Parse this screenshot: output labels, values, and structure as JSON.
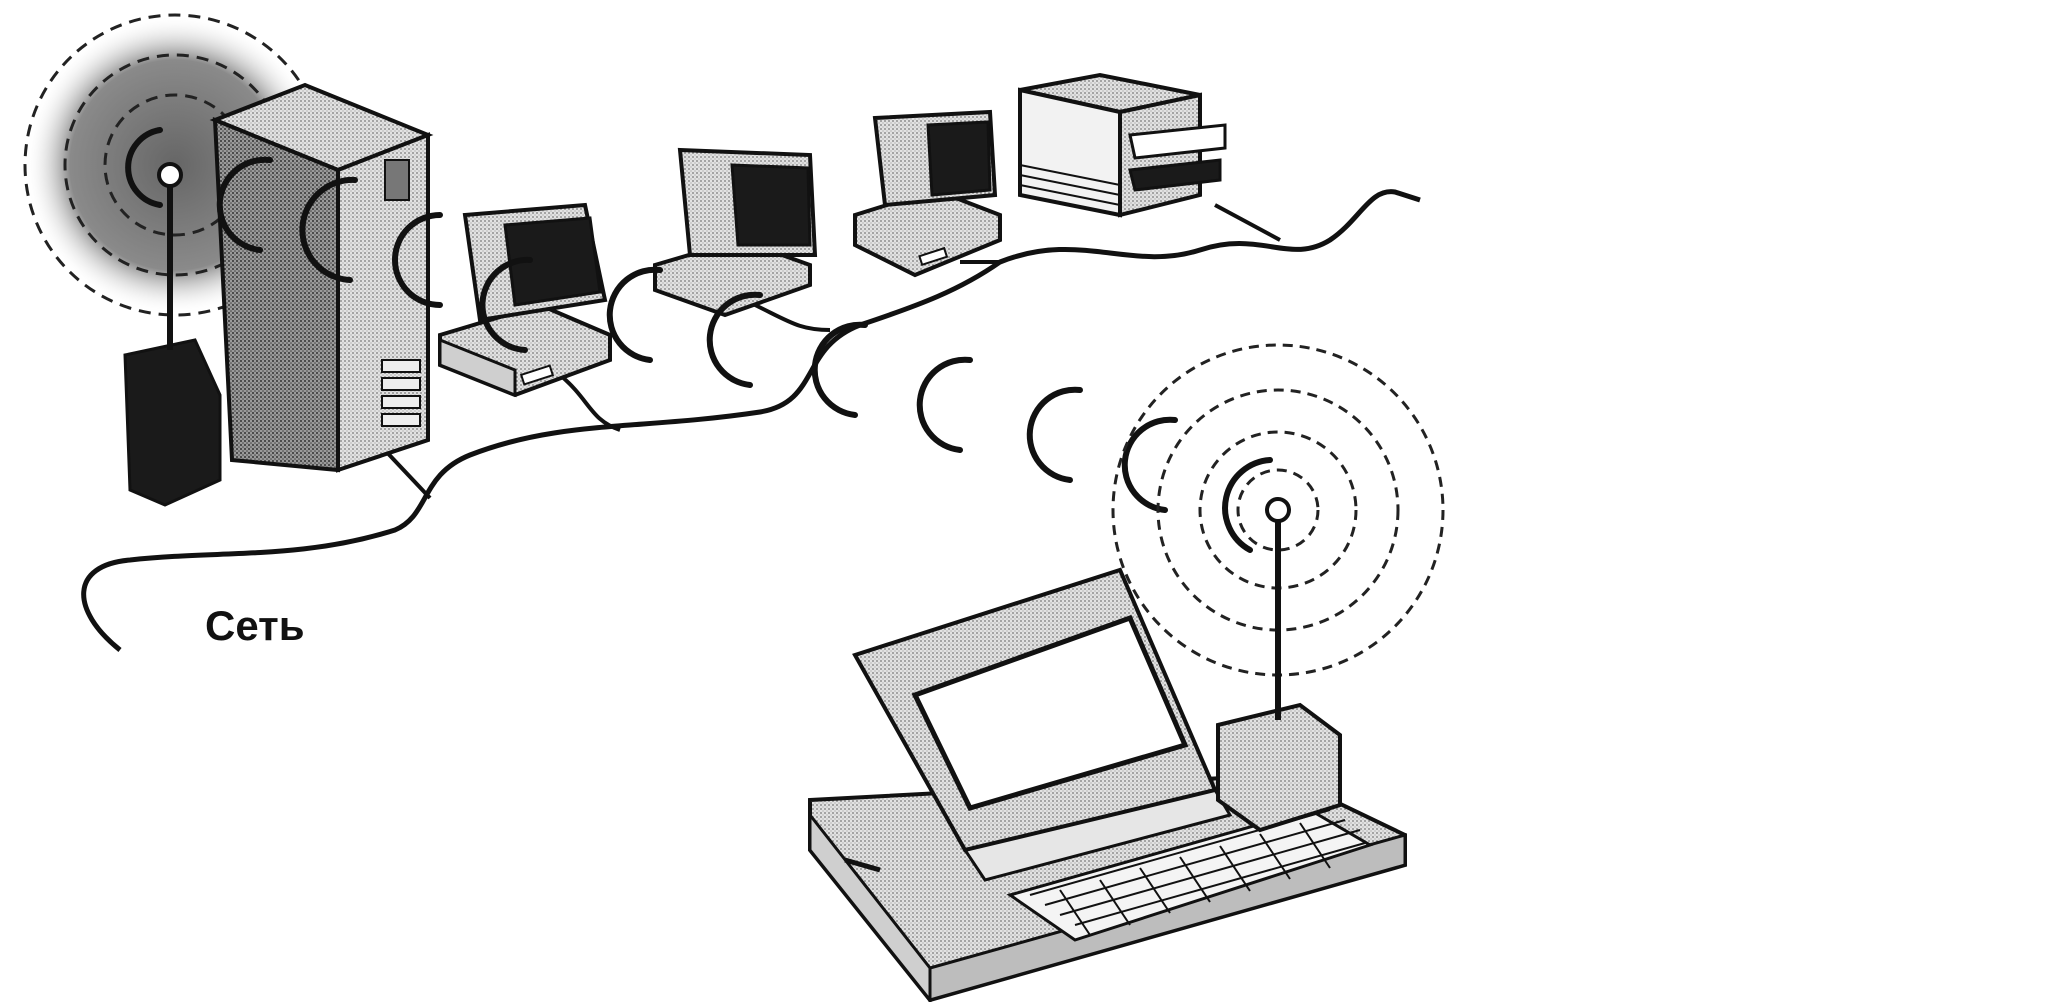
{
  "diagram": {
    "network_label": "Сеть",
    "colors": {
      "ink": "#111111",
      "paper": "#ffffff",
      "light_gray": "#d4d4d4",
      "mid_gray": "#a8a8a8",
      "dark_gray": "#555555"
    },
    "devices": [
      {
        "kind": "base-station-antenna",
        "icon": "antenna-icon"
      },
      {
        "kind": "server-tower",
        "icon": "server-icon"
      },
      {
        "kind": "desktop-computer",
        "icon": "desktop-icon"
      },
      {
        "kind": "desktop-computer",
        "icon": "desktop-icon"
      },
      {
        "kind": "desktop-computer",
        "icon": "desktop-icon"
      },
      {
        "kind": "printer",
        "icon": "printer-icon"
      },
      {
        "kind": "laptop-with-radio-modem",
        "icon": "laptop-icon"
      }
    ]
  }
}
